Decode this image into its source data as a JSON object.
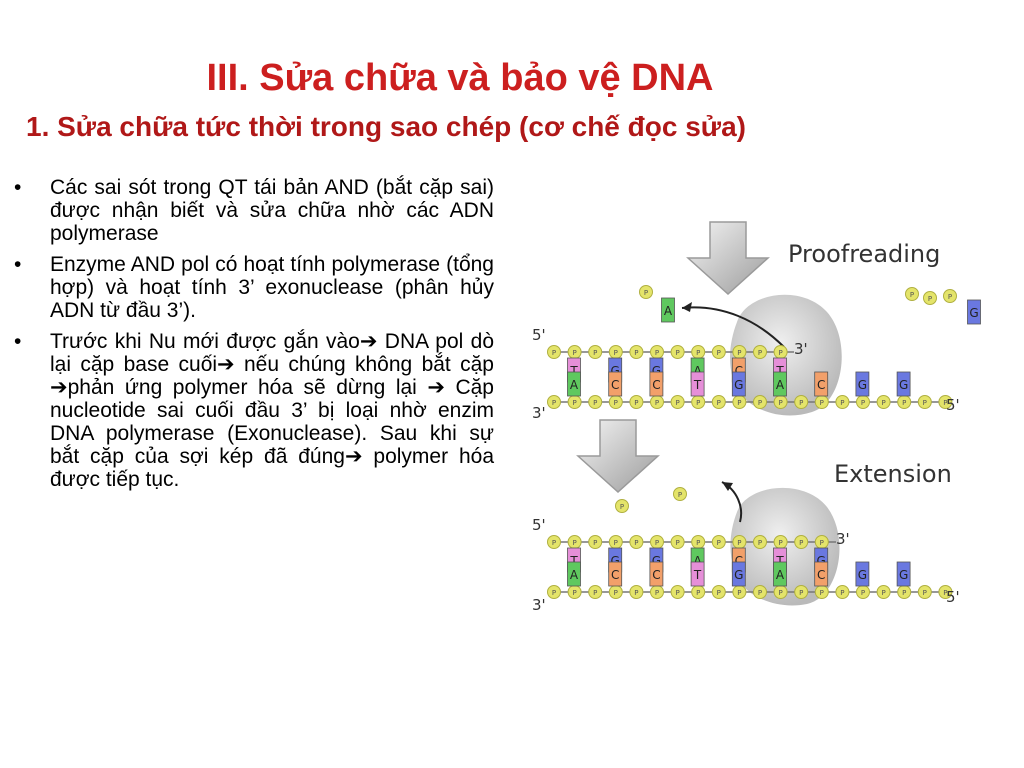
{
  "slide": {
    "title": "III. Sửa chữa và bảo vệ DNA",
    "subtitle": "1. Sửa chữa tức thời trong sao chép (cơ chế đọc sửa)",
    "bullets": [
      "Các sai sót trong QT tái bản AND (bắt cặp sai) được nhận biết và sửa chữa nhờ các ADN polymerase",
      "Enzyme AND pol có hoạt tính polymerase (tổng hợp) và hoạt tính 3’ exonuclease (phân hủy ADN từ đầu 3’).",
      "Trước khi Nu mới được gắn vào➔ DNA pol dò lại cặp base cuối➔ nếu chúng không bắt cặp ➔phản ứng polymer hóa sẽ dừng lại ➔ Cặp nucleotide sai cuối đầu 3’ bị loại nhờ enzim DNA polymerase (Exonuclease). Sau khi sự bắt cặp của sợi kép đã đúng➔ polymer hóa được tiếp tục."
    ],
    "bullet_symbol": "•"
  },
  "figure": {
    "proofreading_label": "Proofreading",
    "extension_label": "Extension",
    "end_5": "5'",
    "end_3": "3'",
    "phosphate_label": "P",
    "top_panel_top_strand": [
      "T",
      "G",
      "G",
      "A",
      "C",
      "T"
    ],
    "top_panel_bottom_strand": [
      "A",
      "C",
      "C",
      "T",
      "G",
      "A",
      "C",
      "G",
      "G"
    ],
    "top_panel_free_left": [
      "A"
    ],
    "top_panel_free_right": [
      "G"
    ],
    "bottom_panel_top_strand": [
      "T",
      "G",
      "G",
      "A",
      "C",
      "T",
      "G"
    ],
    "bottom_panel_bottom_strand": [
      "A",
      "C",
      "C",
      "T",
      "G",
      "A",
      "C",
      "G",
      "G"
    ],
    "colors": {
      "T": "#e58fd8",
      "A": "#5fc85f",
      "G": "#6a78e0",
      "C": "#f2a06a",
      "phosphate": "#e4e46a",
      "title": "#cc1f1f"
    }
  }
}
